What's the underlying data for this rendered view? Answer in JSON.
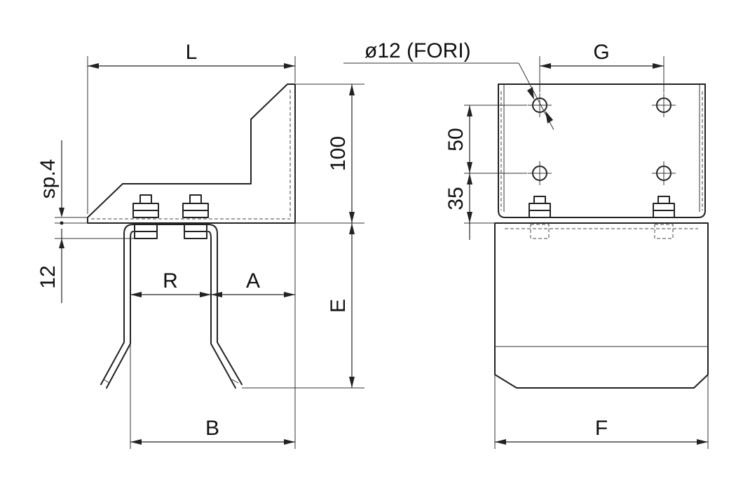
{
  "labels": {
    "L": "L",
    "hundred": "100",
    "sp": "sp.4",
    "twelve": "12",
    "R": "R",
    "A": "A",
    "E": "E",
    "B": "B",
    "holes": "ø12 (FORI)",
    "G": "G",
    "fifty": "50",
    "thirtyfive": "35",
    "F": "F"
  }
}
